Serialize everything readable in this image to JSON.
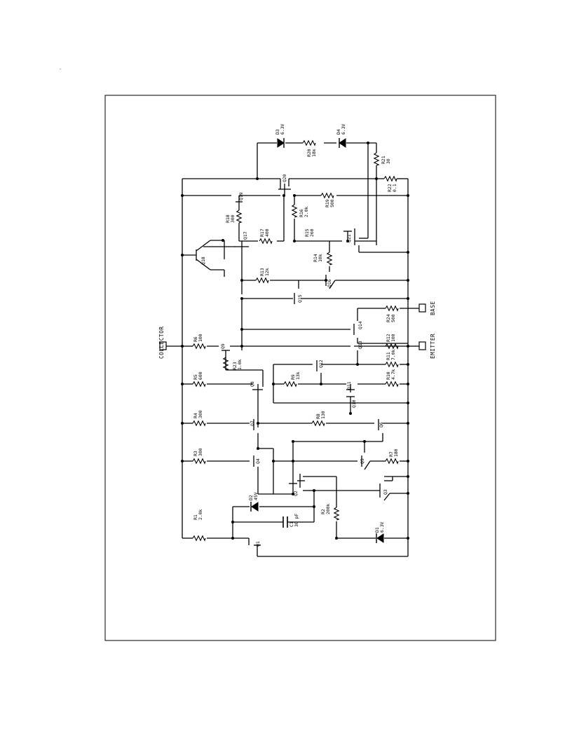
{
  "page": {
    "corner_mark": "."
  },
  "terminals": {
    "collector": "COLLECTOR",
    "base": "BASE",
    "emitter": "EMITTER"
  },
  "transistors": {
    "Q1": "Q1",
    "Q2": "Q2",
    "Q3": "Q3",
    "Q4": "Q4",
    "Q5": "Q5",
    "Q6": "Q6",
    "Q7": "Q7",
    "Q8": "Q8",
    "Q9": "Q9",
    "Q10": "Q10",
    "Q11": "Q11",
    "Q12": "Q12",
    "Q13": "Q13",
    "Q14": "Q14",
    "Q15": "Q15",
    "Q16": "Q16",
    "Q17": "Q17",
    "Q18": "Q18",
    "Q19": "Q19",
    "Q20": "Q20",
    "Q21": "Q21"
  },
  "resistors": {
    "R1": {
      "name": "R1",
      "value": "2.0k"
    },
    "R2": {
      "name": "R2",
      "value": "200k"
    },
    "R3": {
      "name": "R3",
      "value": "300"
    },
    "R4": {
      "name": "R4",
      "value": "300"
    },
    "R5": {
      "name": "R5",
      "value": "600"
    },
    "R6": {
      "name": "R6",
      "value": "100"
    },
    "R7": {
      "name": "R7",
      "value": "180"
    },
    "R8": {
      "name": "R8",
      "value": "130"
    },
    "R9": {
      "name": "R9",
      "value": "13k"
    },
    "R10": {
      "name": "R10",
      "value": "4.7k"
    },
    "R11": {
      "name": "R11",
      "value": "7.0k"
    },
    "R12": {
      "name": "R12",
      "value": "100"
    },
    "R13": {
      "name": "R13",
      "value": "12k"
    },
    "R14": {
      "name": "R14",
      "value": "10k"
    },
    "R15": {
      "name": "R15",
      "value": "260"
    },
    "R16": {
      "name": "R16",
      "value": "2.0k"
    },
    "R17": {
      "name": "R17",
      "value": "400"
    },
    "R18": {
      "name": "R18",
      "value": "300"
    },
    "R19": {
      "name": "R19",
      "value": "500"
    },
    "R20": {
      "name": "R20",
      "value": "18k"
    },
    "R21": {
      "name": "R21",
      "value": "30"
    },
    "R22": {
      "name": "R22",
      "value": "0.1"
    },
    "R23": {
      "name": "R23",
      "value": "1.0k"
    },
    "R24": {
      "name": "R24",
      "value": "500"
    }
  },
  "diodes": {
    "D1": {
      "name": "D1",
      "value": "6.3V"
    },
    "D2": {
      "name": "D2",
      "value": "45V"
    },
    "D3": {
      "name": "D3",
      "value": "6.3V"
    },
    "D4": {
      "name": "D4",
      "value": "6.3V"
    }
  },
  "capacitors": {
    "C1": {
      "name": "C1",
      "value": "30 pF"
    }
  }
}
